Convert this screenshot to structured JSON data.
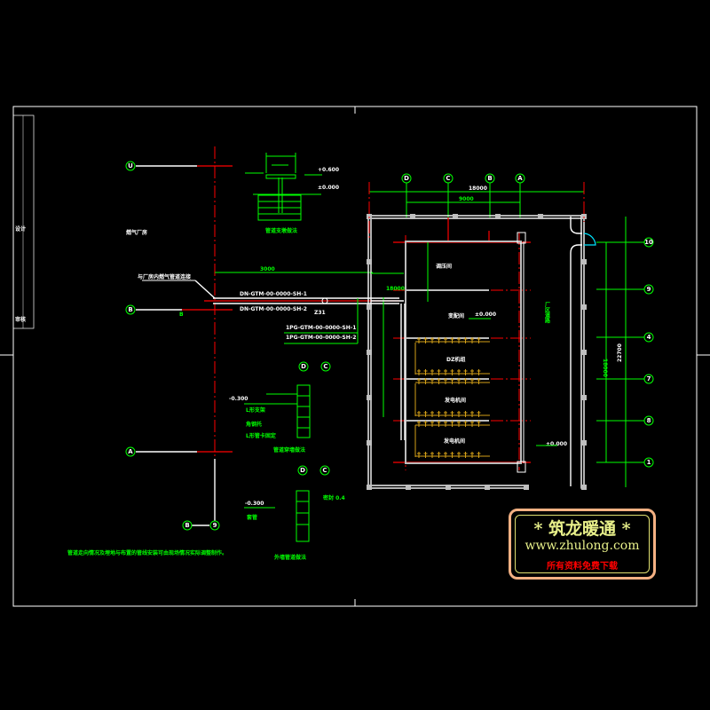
{
  "drawing": {
    "top_axes": [
      "D",
      "C",
      "B",
      "A"
    ],
    "right_axes": [
      "10",
      "9",
      "4",
      "7",
      "8",
      "1"
    ],
    "left_axes": [
      "U",
      "B",
      "A"
    ],
    "bottom_axes": [
      "B",
      "9"
    ],
    "dim_total_width": "18000",
    "dim_sub_width": "9000",
    "dim_total_height": "22700",
    "dim_sub_height": "18000",
    "dim_left_offset": "3000",
    "site_label": "燃气厂房",
    "pipe_note": "与厂房内燃气管道连接",
    "pipe_labels": [
      "DN-GTM-00-0000-SH-1",
      "DN-GTM-00-0000-SH-2",
      "1PG-GTM-00-0000-SH-1",
      "1PG-GTM-00-0000-SH-2"
    ],
    "pipe_tag": "Z31",
    "rooms": [
      "调压间",
      "变配间",
      "DZ机组",
      "发电机间",
      "发电机间"
    ],
    "road_label": "厂区道路",
    "elevation_1": "±0.000",
    "elevation_2": "-0.300",
    "elevation_3": "+0.600",
    "detail_foundation": "管道支墩做法",
    "detail_wall_1": "管道穿墙做法",
    "detail_wall_2": "外墙管道做法",
    "detail_labels": [
      "L形支架",
      "角钢托",
      "L形管卡固定",
      "套管",
      "密封 0.4"
    ],
    "left_dim": "B",
    "general_note": "管道走向情况及埋地与布置的管线安装可由现场情况实际调整制作。",
    "title_strip": [
      "设计",
      "审核"
    ]
  },
  "logo": {
    "title": "* 筑龙暖通 *",
    "url": "www.zhulong.com",
    "subtitle": "所有资料免费下载"
  },
  "colors": {
    "background": "#000000",
    "line_green": "#00ff00",
    "line_red": "#ff0000",
    "line_white": "#ffffff",
    "heater": "#d4a017",
    "logo_border": "#f4b183"
  }
}
